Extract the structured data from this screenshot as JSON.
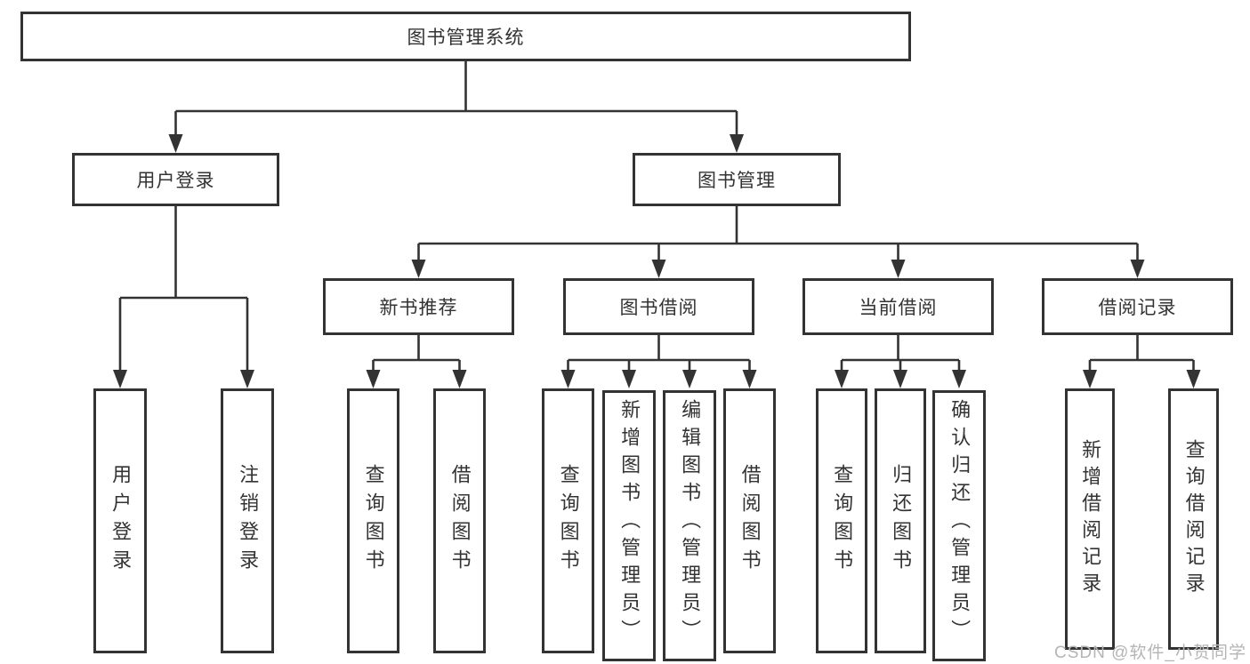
{
  "diagram": {
    "type": "hierarchy-diagram",
    "title": "图书管理系统"
  },
  "colors": {
    "line": "#333333",
    "text": "#333333",
    "box_background": "#ffffff",
    "page_background": "#ffffff",
    "watermark": "#b5b5b5"
  },
  "watermark": "CSDN @软件_小贺同学",
  "nodes": {
    "root": "图书管理系统",
    "user_login": "用户登录",
    "book_management": "图书管理",
    "new_book_recommend": "新书推荐",
    "book_borrowing": "图书借阅",
    "current_borrowing": "当前借阅",
    "borrowing_records": "借阅记录",
    "leaves": {
      "user_login": "用户登录",
      "logout": "注销登录",
      "recommend_query_books": "查询图书",
      "recommend_borrow_books": "借阅图书",
      "borrowing_query_books": "查询图书",
      "borrowing_add_books_admin": "新增图书（管理员）",
      "borrowing_edit_books_admin": "编辑图书（管理员）",
      "borrowing_borrow_books": "借阅图书",
      "current_query_books": "查询图书",
      "current_return_books": "归还图书",
      "current_confirm_return_admin": "确认归还（管理员）",
      "records_add_record": "新增借阅记录",
      "records_query_record": "查询借阅记录"
    }
  },
  "hierarchy": {
    "root": "图书管理系统",
    "children": [
      {
        "label": "用户登录",
        "children": [
          "用户登录",
          "注销登录"
        ]
      },
      {
        "label": "图书管理",
        "children": [
          {
            "label": "新书推荐",
            "children": [
              "查询图书",
              "借阅图书"
            ]
          },
          {
            "label": "图书借阅",
            "children": [
              "查询图书",
              "新增图书（管理员）",
              "编辑图书（管理员）",
              "借阅图书"
            ]
          },
          {
            "label": "当前借阅",
            "children": [
              "查询图书",
              "归还图书",
              "确认归还（管理员）"
            ]
          },
          {
            "label": "借阅记录",
            "children": [
              "新增借阅记录",
              "查询借阅记录"
            ]
          }
        ]
      }
    ]
  }
}
